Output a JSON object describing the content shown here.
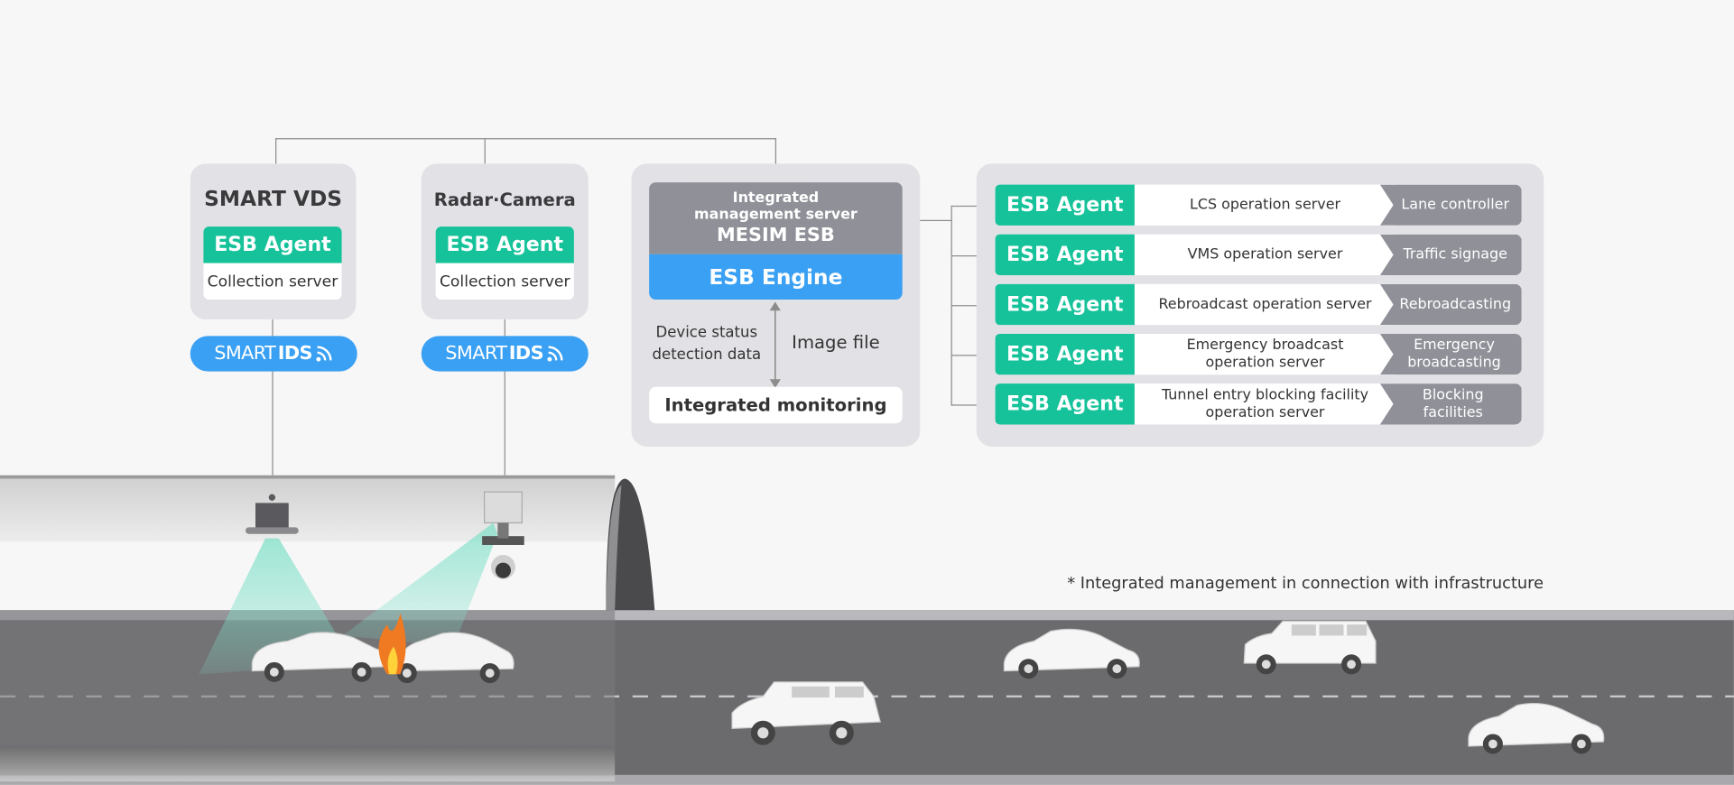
{
  "vds": {
    "title": "SMART VDS",
    "agent": "ESB Agent",
    "server": "Collection server",
    "ids_a": "SMART",
    "ids_b": "IDS"
  },
  "radar": {
    "title": "Radar·Camera",
    "agent": "ESB Agent",
    "server": "Collection server",
    "ids_a": "SMART",
    "ids_b": "IDS"
  },
  "mgmt": {
    "line1": "Integrated",
    "line2": "management server",
    "name": "MESIM ESB",
    "engine": "ESB Engine",
    "left_label_1": "Device status",
    "left_label_2": "detection data",
    "right_label": "Image file",
    "monitor": "Integrated monitoring"
  },
  "agents": [
    {
      "agent": "ESB Agent",
      "server": "LCS operation server",
      "device": "Lane controller"
    },
    {
      "agent": "ESB Agent",
      "server": "VMS operation server",
      "device": "Traffic signage"
    },
    {
      "agent": "ESB Agent",
      "server": "Rebroadcast operation server",
      "device": "Rebroadcasting"
    },
    {
      "agent": "ESB Agent",
      "server": "Emergency broadcast operation server",
      "device": "Emergency broadcasting"
    },
    {
      "agent": "ESB Agent",
      "server": "Tunnel entry blocking facility operation server",
      "device": "Blocking facilities"
    }
  ],
  "note": "* Integrated management in connection with infrastructure",
  "colors": {
    "agent": "#15c29a",
    "engine": "#3aa0f3",
    "server_header": "#8f9098",
    "panel": "#e2e2e6"
  }
}
